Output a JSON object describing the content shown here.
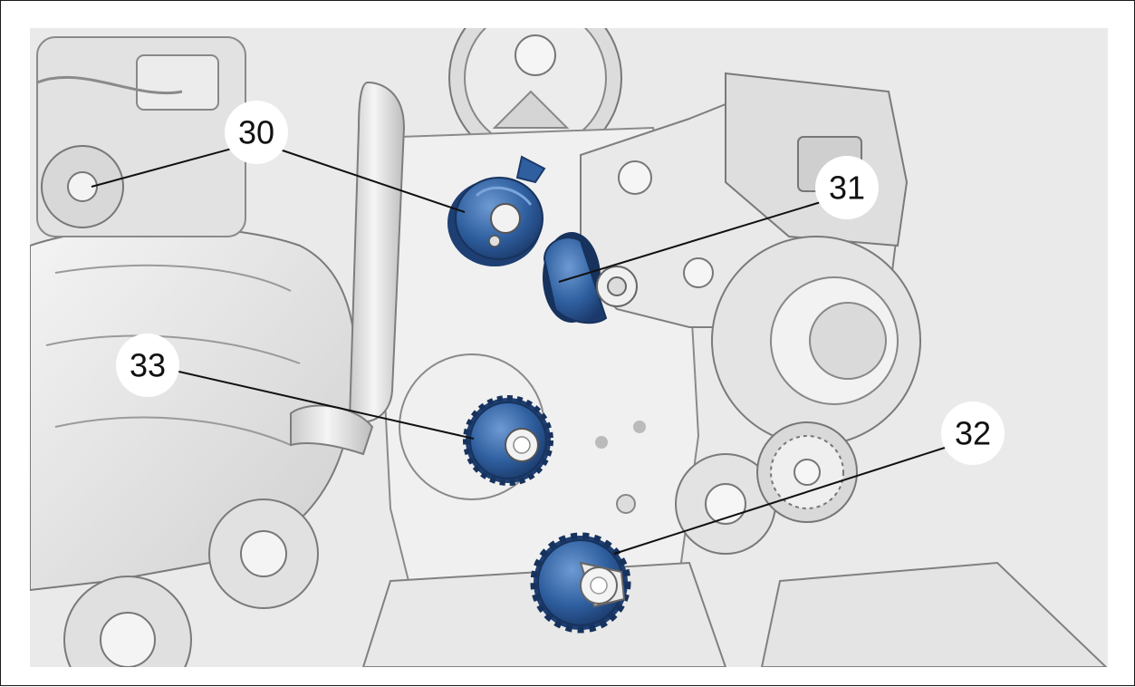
{
  "colors": {
    "part_blue": "#2f5f9f",
    "part_blue_dark": "#1e3f73",
    "part_blue_light": "#5d8ccb",
    "engine_grey": "#e6e6e6",
    "engine_shadow": "#b9b9b9",
    "engine_line": "#6b6b6b",
    "label_fill": "#ffffff",
    "line": "#111111"
  },
  "callouts": [
    {
      "id": "30",
      "label": "30",
      "part": "tensioner-pulley-icon"
    },
    {
      "id": "31",
      "label": "31",
      "part": "idler-roller-icon"
    },
    {
      "id": "32",
      "label": "32",
      "part": "crankshaft-sprocket-icon"
    },
    {
      "id": "33",
      "label": "33",
      "part": "pump-sprocket-icon"
    }
  ]
}
